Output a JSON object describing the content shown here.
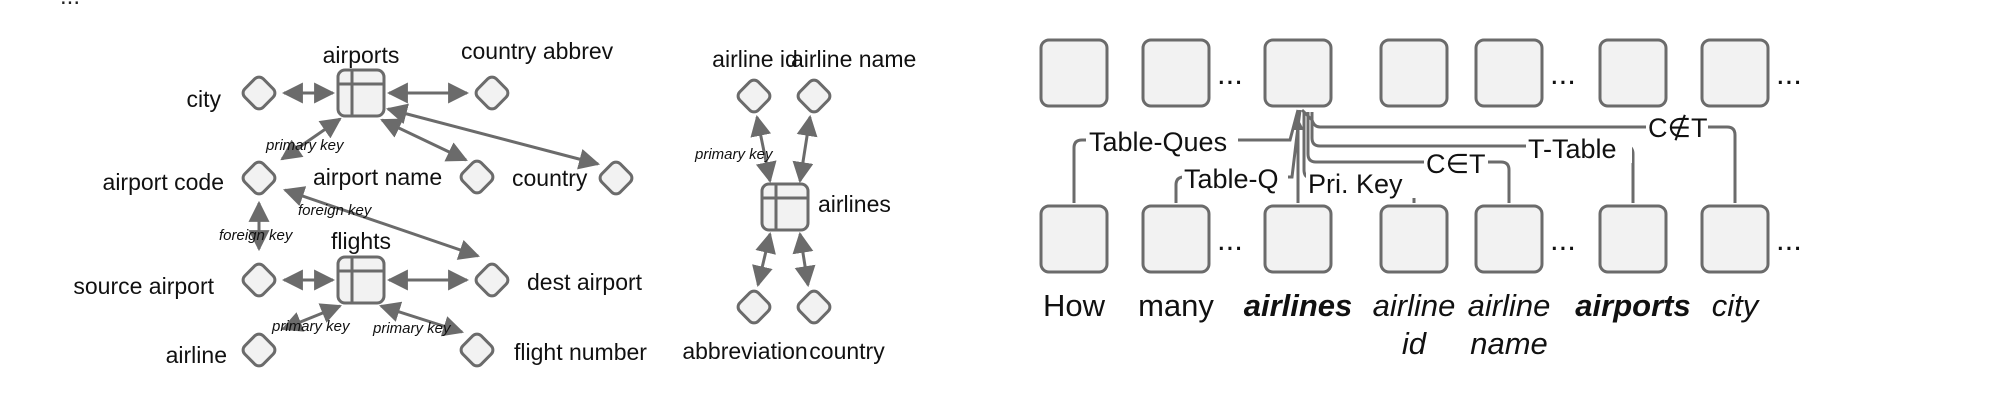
{
  "caption_fragment": "...",
  "schema_graph": {
    "nodes": {
      "airports": "airports",
      "country_abbrev": "country abbrev",
      "city": "city",
      "airport_code": "airport code",
      "airport_name": "airport name",
      "country_1": "country",
      "flights": "flights",
      "source_airport": "source airport",
      "dest_airport": "dest airport",
      "airline": "airline",
      "flight_number": "flight number",
      "airline_id": "airline id",
      "airline_name": "airline name",
      "airlines": "airlines",
      "abbreviation": "abbreviation",
      "country_2": "country"
    },
    "edges": {
      "primary_key_airports": "primary key",
      "foreign_key_source": "foreign key",
      "foreign_key_dest": "foreign key",
      "primary_key_flights_airline": "primary key",
      "primary_key_flights_number": "primary key",
      "primary_key_airlines": "primary key"
    }
  },
  "relation_graph": {
    "ellipsis": "...",
    "relations": {
      "table_ques": "Table-Ques",
      "table_q": "Table-Q",
      "pri_key": "Pri. Key",
      "c_in_t": "C∈T",
      "t_table": "T-Table",
      "c_notin_t": "C∉T"
    },
    "tokens": {
      "how": "How",
      "many": "many",
      "airlines": "airlines",
      "airline_id_1": "airline",
      "airline_id_2": "id",
      "airline_name_1": "airline",
      "airline_name_2": "name",
      "airports": "airports",
      "city": "city"
    }
  },
  "colors": {
    "stroke": "#6b6b6b",
    "fill": "#f2f2f2",
    "text": "#111111"
  }
}
